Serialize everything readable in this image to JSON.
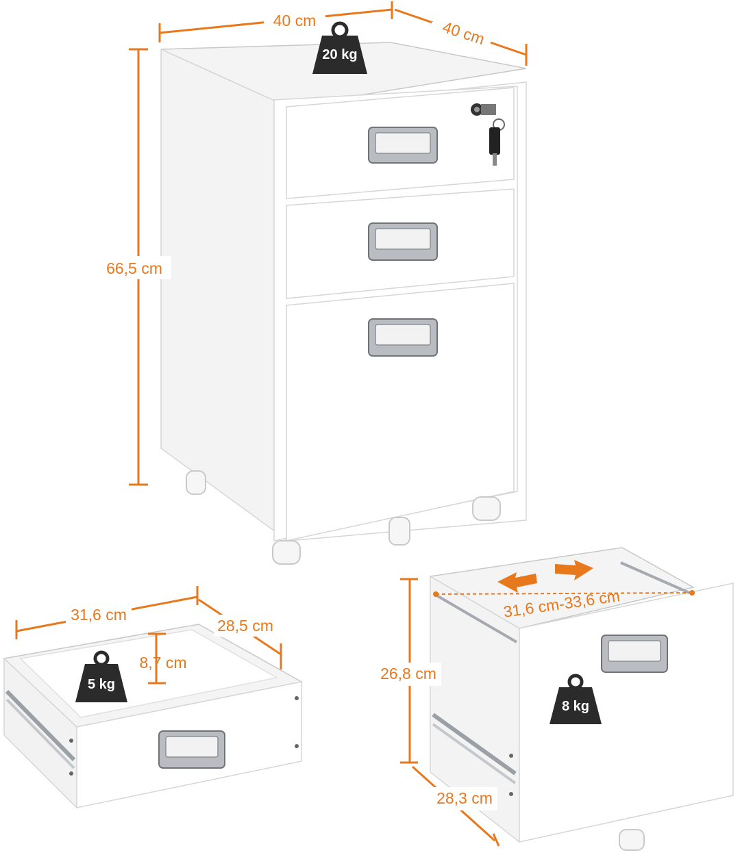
{
  "cabinet": {
    "width_label": "40 cm",
    "depth_label": "40 cm",
    "height_label": "66,5 cm",
    "load_label": "20 kg"
  },
  "small_drawer": {
    "width_label": "31,6 cm",
    "depth_label": "28,5 cm",
    "inner_height_label": "8,7 cm",
    "load_label": "5 kg"
  },
  "file_drawer": {
    "rail_span_label": "31,6 cm-33,6 cm",
    "height_label": "26,8 cm",
    "depth_label": "28,3 cm",
    "load_label": "8 kg"
  },
  "colors": {
    "accent": "#e8781c",
    "weight_icon": "#2b2b2b",
    "cabinet": "#ffffff"
  }
}
